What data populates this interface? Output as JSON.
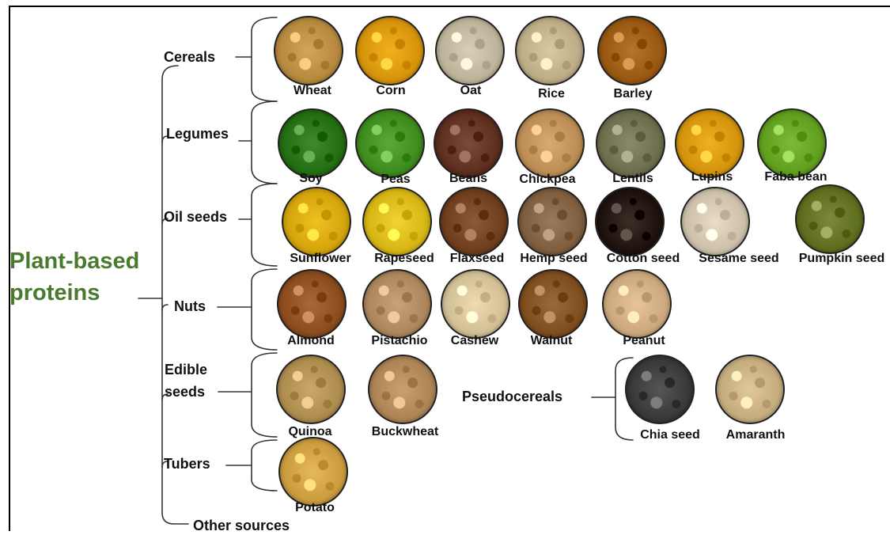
{
  "root": {
    "line1": "Plant-based",
    "line2": "proteins"
  },
  "categories": {
    "cereals": "Cereals",
    "legumes": "Legumes",
    "oilseeds": "Oil seeds",
    "nuts": "Nuts",
    "edible1": "Edible",
    "edible2": "seeds",
    "tubers": "Tubers",
    "other": "Other sources",
    "pseudocereals": "Pseudocereals"
  },
  "items": {
    "cereals": [
      "Wheat",
      "Corn",
      "Oat",
      "Rice",
      "Barley"
    ],
    "legumes": [
      "Soy",
      "Peas",
      "Beans",
      "Chickpea",
      "Lentils",
      "Lupins",
      "Faba bean"
    ],
    "oilseeds": [
      "Sunflower",
      "Rapeseed",
      "Flaxseed",
      "Hemp seed",
      "Cotton seed",
      "Sesame seed",
      "Pumpkin seed"
    ],
    "nuts": [
      "Almond",
      "Pistachio",
      "Cashew",
      "Walnut",
      "Peanut"
    ],
    "edible": [
      "Quinoa",
      "Buckwheat"
    ],
    "pseudo": [
      "Chia seed",
      "Amaranth"
    ],
    "tubers": [
      "Potato"
    ]
  },
  "colors": {
    "title": "#4a7a2e",
    "wheat": "#d2a55a",
    "corn": "#f2b01e",
    "oat": "#d9cfb6",
    "rice": "#d8c9a2",
    "barley": "#b5742c",
    "soy": "#3f8a2e",
    "peas": "#5aa83a",
    "beans": "#7a4a3a",
    "chickpea": "#d8a970",
    "lentils": "#8a8a6a",
    "lupins": "#f0b020",
    "faba": "#7cbb3a",
    "sunflower": "#f0c020",
    "rapeseed": "#f2d230",
    "flaxseed": "#8b5a3a",
    "hemp": "#9a7a5a",
    "cotton": "#3a2e26",
    "sesame": "#e8dcc4",
    "pumpkin": "#7a8a3a",
    "almond": "#a8683a",
    "pistachio": "#c9a27a",
    "cashew": "#eedbb2",
    "walnut": "#9a6a3a",
    "peanut": "#e8c49a",
    "quinoa": "#c9a86a",
    "buckwheat": "#c9a070",
    "chia": "#555555",
    "amaranth": "#e0c89a",
    "potato": "#e6b85a"
  }
}
